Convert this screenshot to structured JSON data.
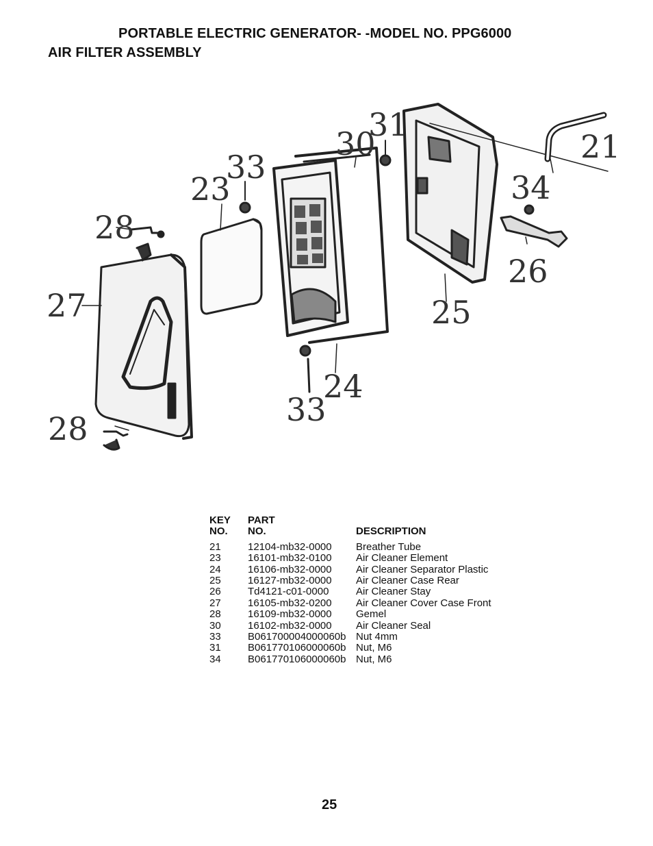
{
  "header": {
    "title_line1": "PORTABLE ELECTRIC GENERATOR- -MODEL NO. PPG6000",
    "title_line2": "AIR FILTER ASSEMBLY"
  },
  "diagram": {
    "callouts": {
      "c21": "21",
      "c23": "23",
      "c24": "24",
      "c25": "25",
      "c26": "26",
      "c27": "27",
      "c28a": "28",
      "c28b": "28",
      "c30": "30",
      "c31": "31",
      "c33a": "33",
      "c33b": "33",
      "c34": "34"
    }
  },
  "parts_table": {
    "header": {
      "key_line1": "KEY",
      "key_line2": "NO.",
      "part_line1": "PART",
      "part_line2": "NO.",
      "desc": "DESCRIPTION"
    },
    "rows": [
      {
        "key": "21",
        "part": "12104-mb32-0000",
        "desc": "Breather Tube"
      },
      {
        "key": "23",
        "part": "16101-mb32-0100",
        "desc": "Air Cleaner Element"
      },
      {
        "key": "24",
        "part": "16106-mb32-0000",
        "desc": "Air Cleaner Separator Plastic"
      },
      {
        "key": "25",
        "part": "16127-mb32-0000",
        "desc": "Air Cleaner Case Rear"
      },
      {
        "key": "26",
        "part": "Td4121-c01-0000",
        "desc": "Air Cleaner Stay"
      },
      {
        "key": "27",
        "part": "16105-mb32-0200",
        "desc": "Air Cleaner Cover Case Front"
      },
      {
        "key": "28",
        "part": "16109-mb32-0000",
        "desc": "Gemel"
      },
      {
        "key": "30",
        "part": "16102-mb32-0000",
        "desc": "Air Cleaner Seal"
      },
      {
        "key": "33",
        "part": "B061700004000060b",
        "desc": "Nut 4mm"
      },
      {
        "key": "31",
        "part": "B061770106000060b",
        "desc": "Nut, M6"
      },
      {
        "key": "34",
        "part": "B061770106000060b",
        "desc": "Nut, M6"
      }
    ]
  },
  "footer": {
    "page_number": "25"
  }
}
